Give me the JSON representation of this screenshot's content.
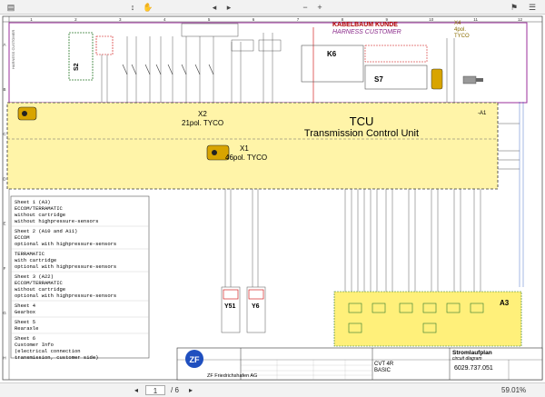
{
  "viewer": {
    "toolbar_icons": [
      "sidebar-icon",
      "scroll-icon",
      "hand-icon",
      "page-up-icon",
      "page-down-icon",
      "zoom-out-icon",
      "zoom-in-icon",
      "bookmark-icon",
      "menu-icon"
    ],
    "page_current": "1",
    "page_total": "/ 6",
    "zoom": "59.01%"
  },
  "colors": {
    "tcu_fill": "#fff4a8",
    "harness_border": "#9b2f9b",
    "connector_yellow": "#fff07a",
    "red": "#cc0000",
    "green": "#2d7a2d",
    "blue": "#1f4fbf",
    "purple": "#8a2a8a"
  },
  "diagram": {
    "top_numbers": [
      "1",
      "2",
      "3",
      "4",
      "5",
      "6",
      "7",
      "8",
      "9",
      "10",
      "11",
      "12"
    ],
    "side_letters": [
      "A",
      "B",
      "C",
      "D",
      "E",
      "F",
      "G",
      "H"
    ],
    "harness_customer": "HARNESS CUSTOMER",
    "kabelbaum": "KABELBAUM KUNDE",
    "harness_customer_en": "HARNESS CUSTOMER",
    "x4_label": "X4",
    "x4_pins": "4pol.",
    "x4_type": "TYCO",
    "s2": "S2",
    "k6": "K6",
    "s7": "S7",
    "x2_label": "X2",
    "x2_type": "21pol. TYCO",
    "tcu_title": "TCU",
    "tcu_subtitle": "Transmission Control Unit",
    "a1_tag": "-A1",
    "x1_label": "X1",
    "x1_type": "46pol. TYCO",
    "y51": "Y51",
    "y6": "Y6",
    "a3": "A3",
    "sheets": [
      {
        "title": "Sheet 1 (A3)",
        "lines": [
          "ECCOM/TERRAMATIC",
          "without cartridge",
          "without highpressure-sensors"
        ]
      },
      {
        "title": "Sheet 2 (A10 and A11)",
        "lines": [
          "ECCOM",
          "optional with highpressure-sensors"
        ]
      },
      {
        "title": "TERRAMATIC",
        "lines": [
          "with cartridge",
          "optional with highpressure-sensors"
        ]
      },
      {
        "title": "Sheet 3 (A22)",
        "lines": [
          "ECCOM/TERRAMATIC",
          "without cartridge",
          "optional with highpressure-sensors"
        ]
      },
      {
        "title": "Sheet 4",
        "lines": [
          "Gearbox"
        ]
      },
      {
        "title": "Sheet 5",
        "lines": [
          "Rearaxle"
        ]
      },
      {
        "title": "Sheet 6",
        "lines": [
          "Customer Info",
          "(electrical connection",
          "transmission, customer side)"
        ]
      }
    ],
    "title_block": {
      "company": "ZF Friedrichshafen AG",
      "product": "CVT 4R",
      "variant": "BASIC",
      "doc_type": "Stromlaufplan",
      "doc_type_en": "circuit diagram",
      "doc_number": "6029.737.051"
    }
  }
}
